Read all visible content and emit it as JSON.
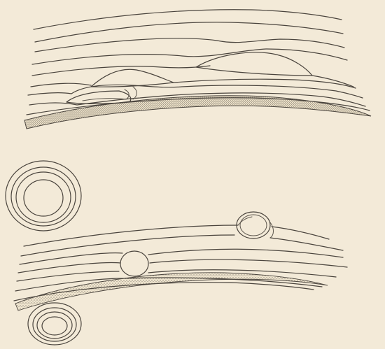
{
  "figure": {
    "paper_color": "#f3ead8",
    "ink_color": "#4a443d",
    "stipple_color": "#6d665c",
    "panels": [
      "upper-fibre-bundle",
      "lower-fibre-bundle"
    ],
    "cross_sections": [
      "large-ring-cross-section",
      "small-ring-cross-section"
    ]
  }
}
